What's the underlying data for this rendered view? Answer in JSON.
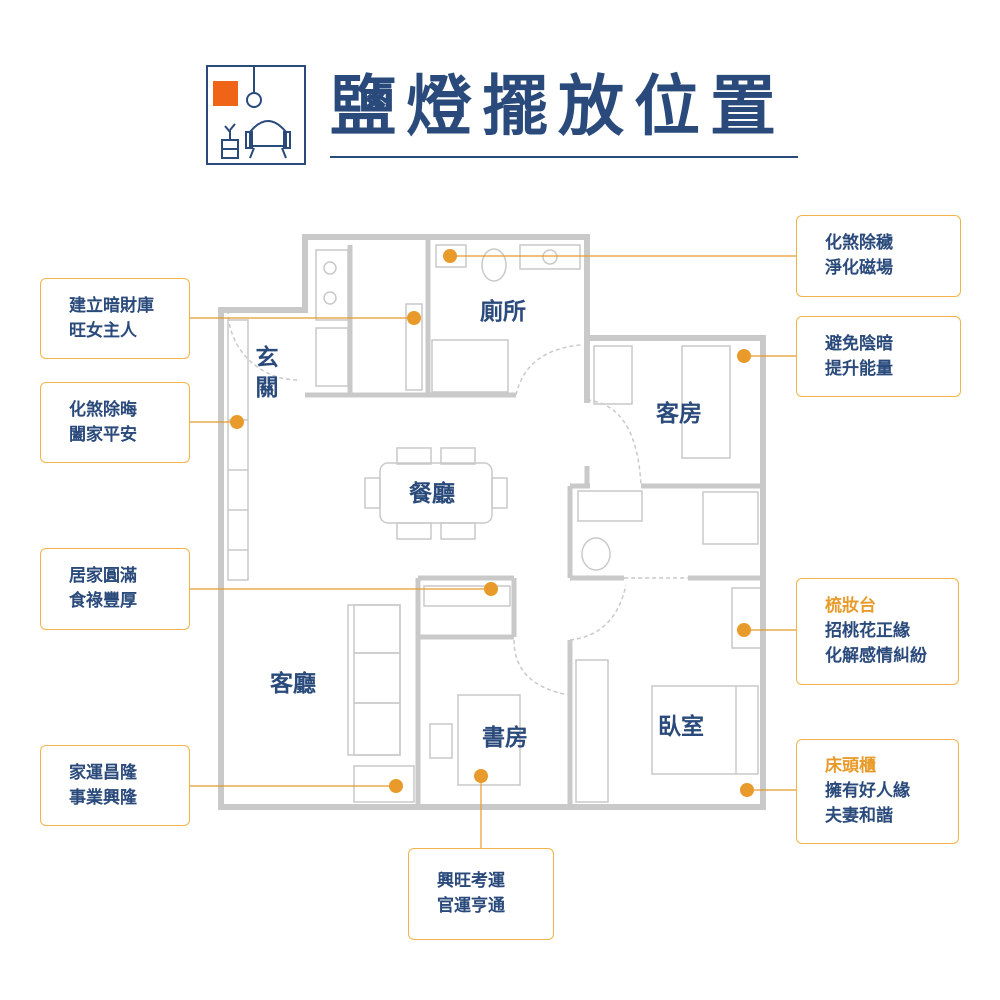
{
  "title": "鹽燈擺放位置",
  "colors": {
    "navy": "#2a4a7b",
    "accent": "#e89b2a",
    "wall": "#c9c9c9",
    "icon_orange": "#f06418"
  },
  "header_icon": "room-with-lamp-armchair-plant-icon",
  "rooms": {
    "entrance": "玄關",
    "toilet": "廁所",
    "guest_room": "客房",
    "dining": "餐廳",
    "living": "客廳",
    "study": "書房",
    "bedroom": "臥室"
  },
  "notes": {
    "entrance": {
      "line1": "建立暗財庫",
      "line2": "旺女主人"
    },
    "left_wall": {
      "line1": "化煞除晦",
      "line2": "闔家平安"
    },
    "dining_cabinet": {
      "line1": "居家圓滿",
      "line2": "食祿豐厚"
    },
    "living_room": {
      "line1": "家運昌隆",
      "line2": "事業興隆"
    },
    "study": {
      "line1": "興旺考運",
      "line2": "官運亨通"
    },
    "toilet": {
      "line1": "化煞除穢",
      "line2": "淨化磁場"
    },
    "guest_room": {
      "line1": "避免陰暗",
      "line2": "提升能量"
    },
    "vanity": {
      "heading": "梳妝台",
      "line1": "招桃花正緣",
      "line2": "化解感情糾紛"
    },
    "nightstand": {
      "heading": "床頭櫃",
      "line1": "擁有好人緣",
      "line2": "夫妻和諧"
    }
  }
}
